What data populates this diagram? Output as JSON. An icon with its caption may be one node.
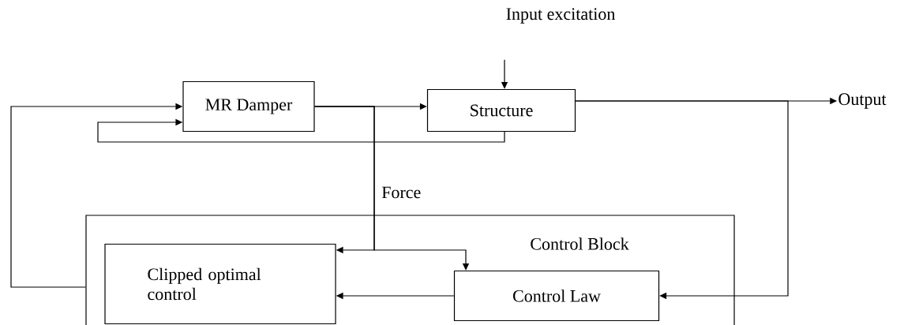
{
  "diagram": {
    "nodes": [
      {
        "text": [
          "Input excitation"
        ]
      },
      {
        "text": [
          "MR Damper"
        ]
      },
      {
        "text": [
          "Structure"
        ]
      },
      {
        "text": [
          "Output"
        ]
      },
      {
        "text": [
          "Control Block"
        ]
      },
      {
        "text": [
          "Clipped optimal control"
        ],
        "in": 4
      },
      {
        "text": [
          "Control Law"
        ],
        "in": 4
      }
    ],
    "edges": [
      {
        "from": 0,
        "to": 2,
        "arrow": "to"
      },
      {
        "from": 1,
        "to": 2,
        "arrow": "to"
      },
      {
        "from": 2,
        "to": 3,
        "arrow": "to"
      },
      {
        "from": 2,
        "to": 1,
        "arrow": "to"
      },
      {
        "from": 1,
        "to": 5,
        "arrow": "to",
        "label": "Force"
      },
      {
        "from": 1,
        "to": 6,
        "arrow": "to"
      },
      {
        "from": 2,
        "to": 6,
        "arrow": "to"
      },
      {
        "from": 6,
        "to": 5,
        "arrow": "to"
      },
      {
        "from": 4,
        "to": 1,
        "arrow": "to"
      }
    ]
  }
}
